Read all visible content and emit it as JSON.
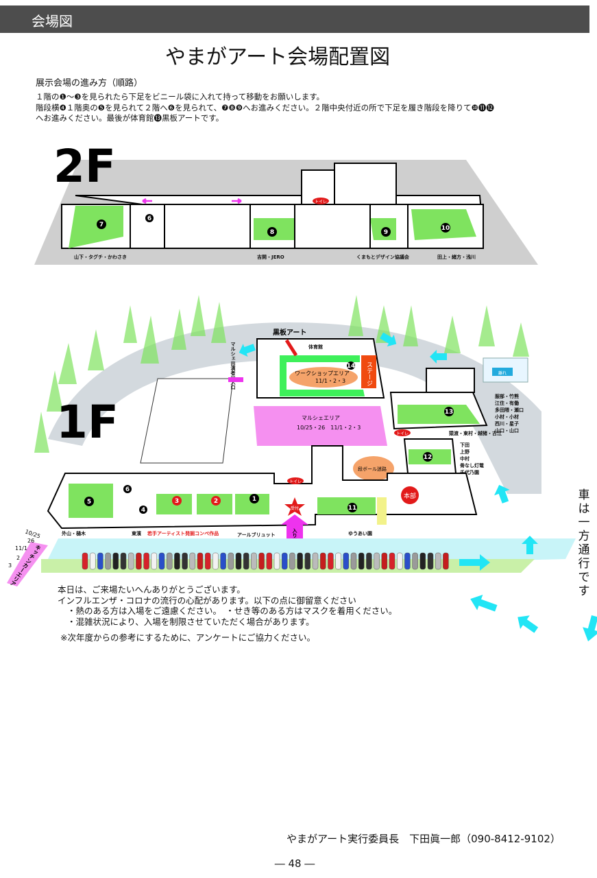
{
  "header": {
    "section": "会場図"
  },
  "title": "やまがアート会場配置図",
  "route": {
    "heading": "展示会場の進み方（順路）",
    "lines": [
      "１階の❶〜❸を見られたら下足をビニール袋に入れて持って移動をお願いします。",
      "階段横❹１階奥の❺を見られて２階へ❻を見られて、❼❽❾へお進みください。２階中央付近の所で下足を履き階段を降りて❿⓫⓬",
      "へお進みください。最後が体育館⓭黒板アートです。"
    ]
  },
  "floor2": {
    "label": "2F",
    "rooms": [
      "7",
      "6",
      "8",
      "9",
      "10"
    ],
    "toilet": "トイレ",
    "artists": [
      "山下・タグチ・かわさき",
      "吉開・JERO",
      "くまもとデザイン協議会",
      "田上・緒方・浅川"
    ]
  },
  "floor1": {
    "label": "1F",
    "kokuban": "黒板アート",
    "gym": "体育館",
    "stage": "ステージ",
    "workshop": {
      "name": "ワークショップエリア",
      "dates": "11/1・2・3",
      "num": "14"
    },
    "marche_entrance": "マルシェ出演者出入口",
    "marche": {
      "name": "マルシェエリア",
      "dates": "10/25・26　11/1・2・3"
    },
    "annex": "離れ",
    "room13_artists": [
      "服部・竹熊",
      "江住・有働",
      "多田隈・瀬口",
      "小材・小材",
      "西川・星子",
      "山口・山口"
    ],
    "room13_artists_b": "猿渡・東村・越猪・古江",
    "room12_artists": [
      "下田",
      "上野",
      "中村",
      "骨なし灯篭",
      "千代乃園"
    ],
    "cardboard": "段ボール迷路",
    "hq": "本部",
    "reception": "受付",
    "entrance": "入り口",
    "toilet": "トイレ",
    "rooms": [
      "13",
      "12",
      "11",
      "5",
      "6",
      "4",
      "3",
      "2",
      "1"
    ],
    "bottom_labels": [
      "外山・樋木",
      "東濱",
      "若手アーティスト発掘コンペ作品",
      "アールブリュット",
      "ゆうあい園"
    ],
    "kitchen_car": "キッチンカーエリア",
    "kitchen_dates": [
      "10/25",
      "26",
      "11/1",
      "2",
      "3"
    ],
    "one_way": "車は一方通行です"
  },
  "notice": {
    "lines": [
      "本日は、ご来場たいへんありがとうございます。",
      "インフルエンザ・コロナの流行の心配があります。以下の点に御留意ください"
    ],
    "bullets": [
      "・熱のある方は入場をご遠慮ください。　・せき等のある方はマスクを着用ください。",
      "・混雑状況により、入場を制限させていただく場合があります。"
    ],
    "survey": "※次年度からの参考にするために、アンケートにご協力ください。"
  },
  "footer": {
    "contact": "やまがアート実行委員長　下田眞一郎（090-8412-9102）",
    "page": "― 48 ―"
  },
  "colors": {
    "green": "#7fe35f",
    "pink": "#f590f0",
    "magenta": "#ee33ee",
    "cyan": "#22e5f5",
    "road": "#c8d0d6",
    "orange": "#f5a36a",
    "red": "#e21a1a"
  }
}
